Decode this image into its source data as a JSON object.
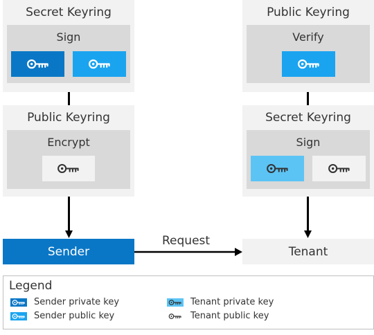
{
  "left_top": {
    "title": "Secret Keyring",
    "action": "Sign"
  },
  "left_mid": {
    "title": "Public Keyring",
    "action": "Encrypt"
  },
  "right_top": {
    "title": "Public Keyring",
    "action": "Verify"
  },
  "right_mid": {
    "title": "Secret Keyring",
    "action": "Sign"
  },
  "sender_label": "Sender",
  "tenant_label": "Tenant",
  "request_label": "Request",
  "legend": {
    "title": "Legend",
    "items": [
      {
        "label": "Sender private key",
        "icon": "key-icon",
        "color": "#0a77c6"
      },
      {
        "label": "Sender public key",
        "icon": "key-icon",
        "color": "#1aa4f0"
      },
      {
        "label": "Tenant private key",
        "icon": "key-icon",
        "color": "#5cc4f5"
      },
      {
        "label": "Tenant public key",
        "icon": "key-icon",
        "color": "#ffffff"
      }
    ]
  },
  "colors": {
    "sender_private": "#0a77c6",
    "sender_public": "#1aa4f0",
    "tenant_private": "#5cc4f5",
    "tenant_public": "#ffffff",
    "sender_box": "#0a77c6",
    "panel_outer": "#f2f2f2",
    "panel_inner": "#d9d9d9"
  }
}
